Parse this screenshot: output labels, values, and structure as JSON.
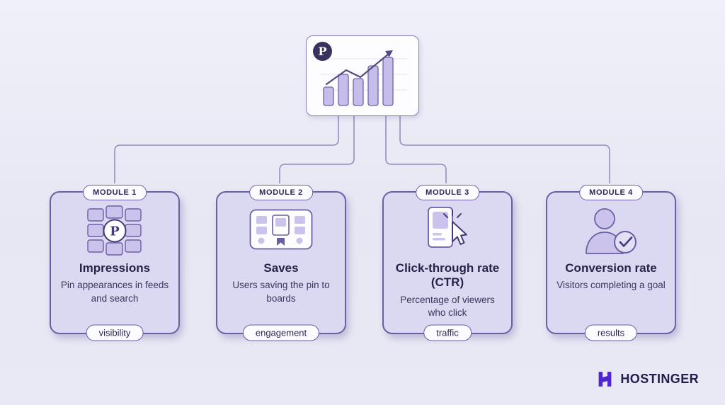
{
  "title_card": {
    "icon": "pinterest-analytics-growth-chart",
    "chart_bars": [
      26,
      44,
      38,
      56,
      68
    ]
  },
  "pinterest_letter": "P",
  "modules": [
    {
      "badge": "MODULE 1",
      "title": "Impressions",
      "description": "Pin appearances in feeds and search",
      "tag": "visibility",
      "icon": "pin-grid-icon"
    },
    {
      "badge": "MODULE 2",
      "title": "Saves",
      "description": "Users saving the pin to boards",
      "tag": "engagement",
      "icon": "saved-board-icon"
    },
    {
      "badge": "MODULE 3",
      "title": "Click-through rate (CTR)",
      "description": "Percentage of viewers who click",
      "tag": "traffic",
      "icon": "click-cursor-icon"
    },
    {
      "badge": "MODULE 4",
      "title": "Conversion rate",
      "description": "Visitors completing a goal",
      "tag": "results",
      "icon": "person-check-icon"
    }
  ],
  "footer": {
    "brand_name": "HOSTINGER"
  },
  "colors": {
    "background": "#e9eaf5",
    "module_fill": "#dbd9f1",
    "module_border": "#6a5fa5",
    "pill_fill": "#fcfbff",
    "icon_lavender": "#cbc3ec",
    "text_dark": "#272247",
    "hostinger_purple": "#5025d1"
  }
}
